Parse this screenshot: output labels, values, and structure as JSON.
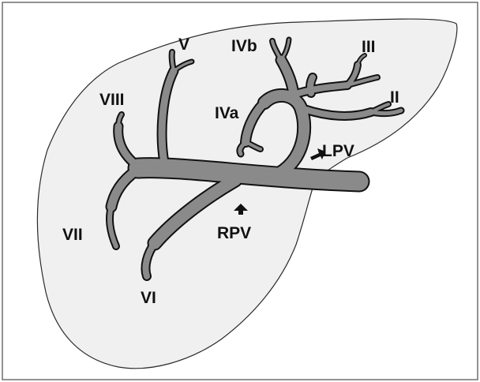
{
  "labels": {
    "seg_v": "V",
    "seg_ivb": "IVb",
    "seg_iii": "III",
    "seg_ii": "II",
    "seg_viii": "VIII",
    "seg_iva": "IVa",
    "seg_lpv": "LPV",
    "seg_vii": "VII",
    "seg_rpv": "RPV",
    "seg_vi": "VI"
  },
  "colors": {
    "background": "#ffffff",
    "liver_fill": "#f0f0f0",
    "vessel_fill": "#8a8a8a",
    "outline": "#111111"
  }
}
